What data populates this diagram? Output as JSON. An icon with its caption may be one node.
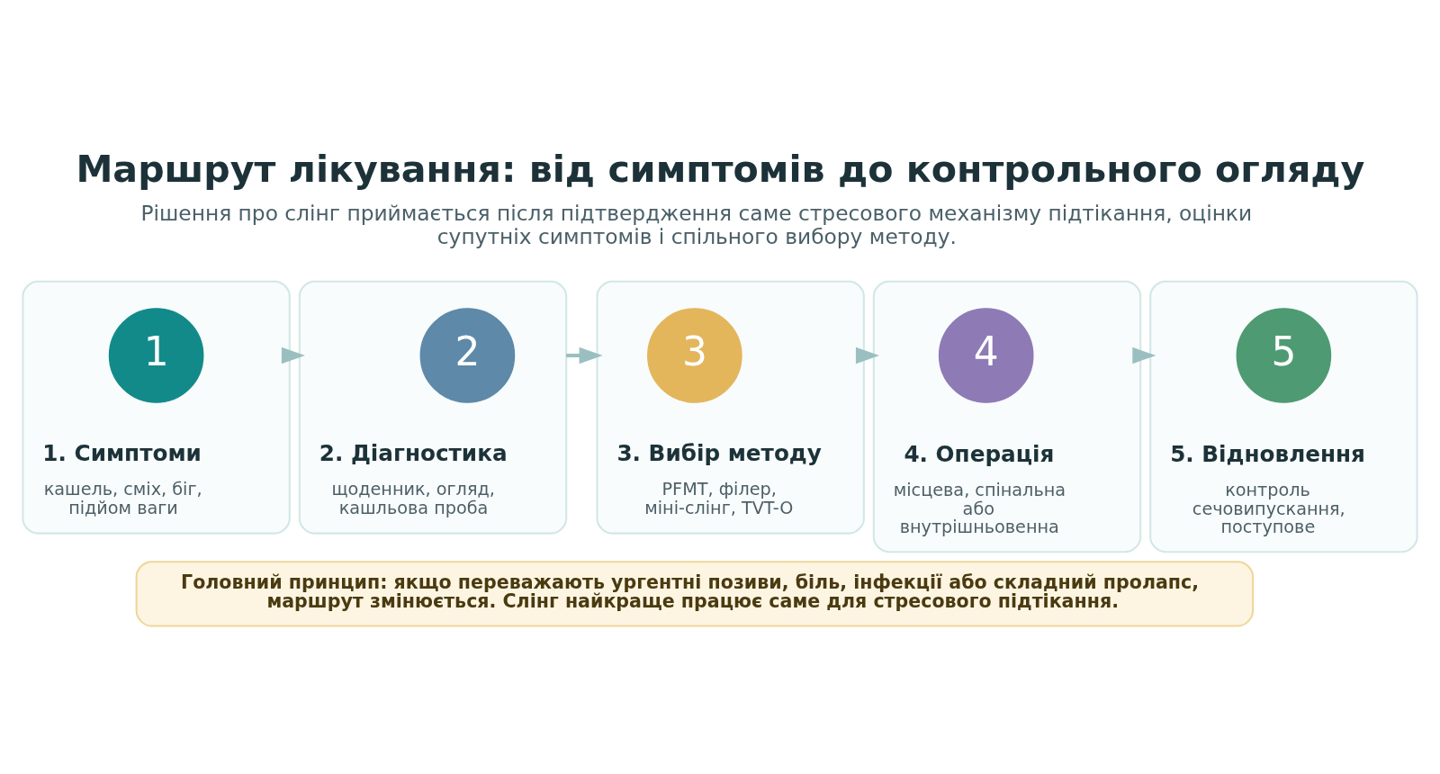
{
  "diagram": {
    "title": "Маршрут лікування: від симптомів до контрольного огляду",
    "nodes": [
      {
        "text": [
          "1. Симптоми",
          "кашель, сміх, біг, підйом ваги"
        ]
      },
      {
        "text": [
          "1"
        ],
        "in": 0
      },
      {
        "text": [
          "2. Діагностика",
          "щоденник, огляд, кашльова проба"
        ]
      },
      {
        "text": [
          "2"
        ],
        "in": 2
      },
      {
        "text": [
          "3. Вибір методу",
          "PFMT, філер, міні-слінг, TVT-O"
        ]
      },
      {
        "text": [
          "3"
        ],
        "in": 4
      },
      {
        "text": [
          "4. Операція",
          "місцева, спінальна або внутрішньовенна"
        ]
      },
      {
        "text": [
          "4"
        ],
        "in": 6
      },
      {
        "text": [
          "5. Відновлення",
          "контроль сечовипускання, поступове"
        ]
      },
      {
        "text": [
          "5"
        ],
        "in": 8
      },
      {
        "text": [
          "Головний принцип: якщо переважають ургентні позиви, біль, інфекції або складний пролапс, маршрут змінюється. Слінг найкраще працює саме для стресового підтікання."
        ]
      }
    ],
    "edges": [
      {
        "from": 0,
        "to": 2,
        "arrow": "to"
      },
      {
        "from": 2,
        "to": 4,
        "arrow": "to"
      },
      {
        "from": 4,
        "to": 6,
        "arrow": "to"
      },
      {
        "from": 6,
        "to": 8,
        "arrow": "to"
      }
    ],
    "labels": [
      "Рішення про слінг приймається після підтвердження саме стресового механізму підтікання, оцінки супутніх симптомів і спільного вибору методу."
    ]
  }
}
